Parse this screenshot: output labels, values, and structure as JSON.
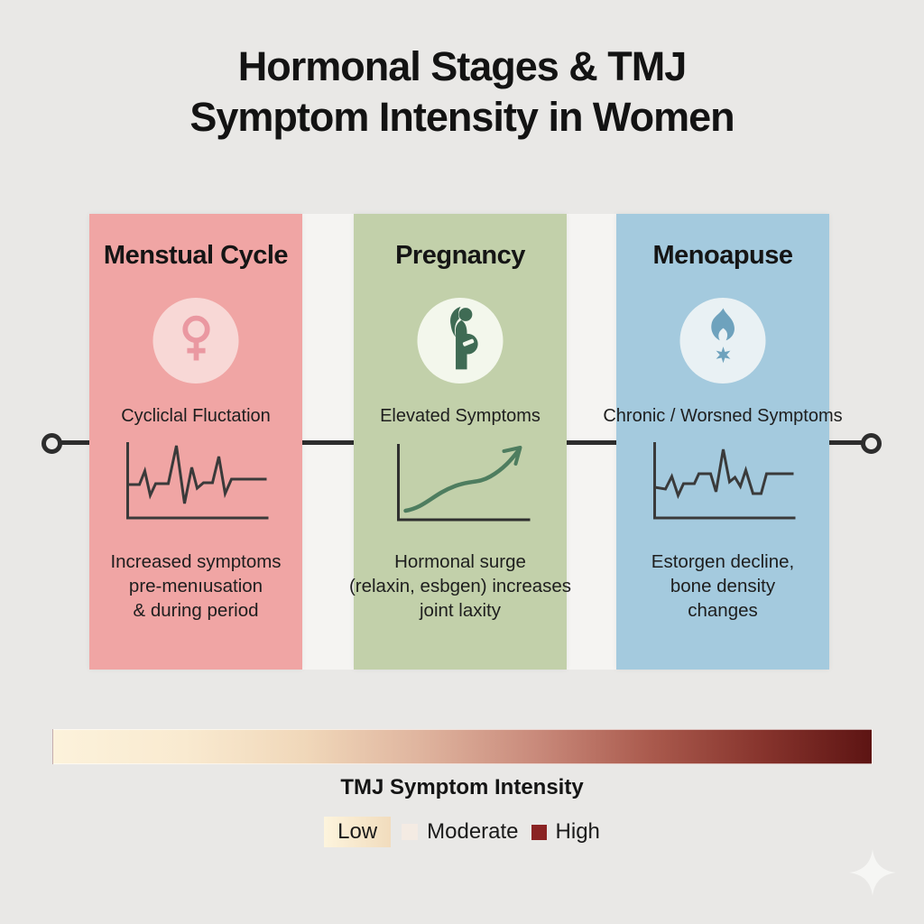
{
  "title": {
    "line1": "Hormonal Stages & TMJ",
    "line2": "Symptom Intensity in Women"
  },
  "stages": [
    {
      "id": "menstrual-cycle",
      "title": "Menstual Cycle",
      "icon": "female-symbol-icon",
      "subtitle": "Cycliclal Fluctation",
      "description": "Increased symptoms\npre-menıusation\n& during period",
      "card_color": "#f0a5a4",
      "icon_circle_color": "#f8d8d6",
      "icon_color": "#ea98a1",
      "chart": {
        "type": "line",
        "style": "fluctuating-zigzag",
        "line_color": "#3a3a3a"
      }
    },
    {
      "id": "pregnancy",
      "title": "Pregnancy",
      "icon": "pregnant-woman-icon",
      "subtitle": "Elevated Symptoms",
      "description": "Hormonal surge\n(relaxin, esbgen) increases\njoint laxity",
      "card_color": "#c2d0aa",
      "icon_circle_color": "#f3f7ec",
      "icon_color": "#3f6b54",
      "chart": {
        "type": "line",
        "style": "rising-curve-with-arrow",
        "line_color": "#4e7d5f"
      }
    },
    {
      "id": "menopause",
      "title": "Menoapuse",
      "icon": "flame-icon",
      "subtitle": "Chronic / Worsned Symptoms",
      "description": "Estorgen decline,\nbone density\nchanges",
      "card_color": "#a4cade",
      "icon_circle_color": "#e9f1f4",
      "icon_color": "#6ea2bd",
      "chart": {
        "type": "line",
        "style": "fluctuating-zigzag",
        "line_color": "#3a3a3a"
      }
    }
  ],
  "intensity_scale": {
    "title": "TMJ Symptom Intensity",
    "gradient_start_color": "#fcf2db",
    "gradient_end_color": "#5d1413",
    "legend": [
      {
        "label": "Low",
        "swatch_color": "#f7eccf"
      },
      {
        "label": "Moderate",
        "swatch_color": "#f4ebe3"
      },
      {
        "label": "High",
        "swatch_color": "#8a2323"
      }
    ]
  },
  "timeline": {
    "color": "#2d2d2d",
    "endpoints": "ring-circles"
  }
}
